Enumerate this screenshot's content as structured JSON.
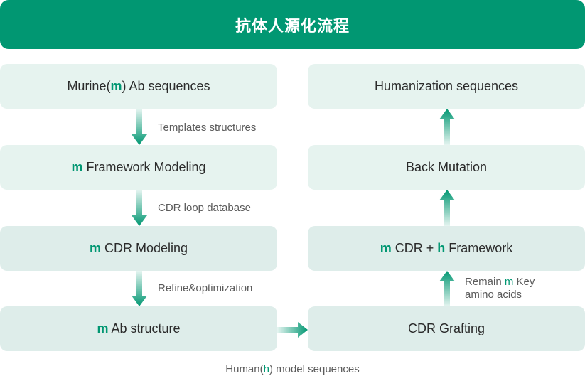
{
  "title": "抗体人源化流程",
  "colors": {
    "accent": "#019772",
    "box_bg": "#e6f3ef",
    "text": "#2b2b2b",
    "label": "#5b5b5b"
  },
  "left_column": [
    {
      "parts": [
        {
          "t": "Murine(",
          "hl": false
        },
        {
          "t": "m",
          "hl": true
        },
        {
          "t": ") Ab sequences",
          "hl": false
        }
      ]
    },
    {
      "parts": [
        {
          "t": "m",
          "hl": true
        },
        {
          "t": " Framework Modeling",
          "hl": false
        }
      ]
    },
    {
      "parts": [
        {
          "t": "m",
          "hl": true
        },
        {
          "t": " CDR Modeling",
          "hl": false
        }
      ]
    },
    {
      "parts": [
        {
          "t": "m",
          "hl": true
        },
        {
          "t": " Ab structure",
          "hl": false
        }
      ]
    }
  ],
  "right_column": [
    {
      "parts": [
        {
          "t": "Humanization sequences",
          "hl": false
        }
      ]
    },
    {
      "parts": [
        {
          "t": "Back Mutation",
          "hl": false
        }
      ]
    },
    {
      "parts": [
        {
          "t": "m",
          "hl": true
        },
        {
          "t": " CDR + ",
          "hl": false
        },
        {
          "t": "h",
          "hl": true
        },
        {
          "t": " Framework",
          "hl": false
        }
      ]
    },
    {
      "parts": [
        {
          "t": "CDR Grafting",
          "hl": false
        }
      ]
    }
  ],
  "edge_labels": {
    "templates": "Templates structures",
    "cdr_loop": "CDR loop database",
    "refine": "Refine&optimization",
    "remain_1": "Remain ",
    "remain_m": "m",
    "remain_2": " Key",
    "remain_3": "amino acids",
    "human_1": "Human(",
    "human_h": "h",
    "human_2": ") model sequences"
  }
}
